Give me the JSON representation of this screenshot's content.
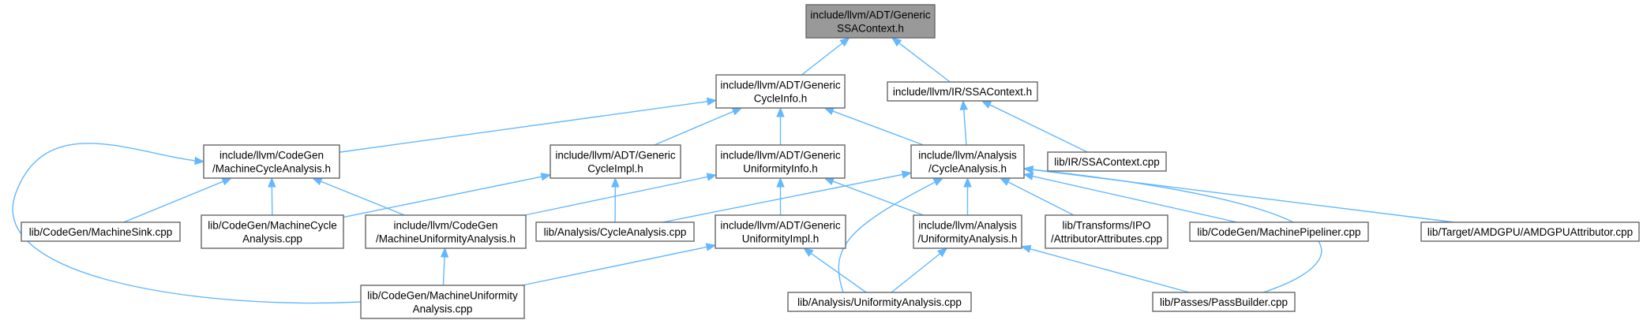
{
  "graph": {
    "accent_color": "#63b8ff",
    "root_fill": "#999999",
    "nodes": [
      {
        "id": "generic_ssacontext",
        "lines": [
          "include/llvm/ADT/Generic",
          "SSAContext.h"
        ],
        "root": true
      },
      {
        "id": "generic_cycleinfo",
        "lines": [
          "include/llvm/ADT/Generic",
          "CycleInfo.h"
        ]
      },
      {
        "id": "ir_ssacontext",
        "lines": [
          "include/llvm/IR/SSAContext.h"
        ]
      },
      {
        "id": "machine_cycle_analysis_h",
        "lines": [
          "include/llvm/CodeGen",
          "/MachineCycleAnalysis.h"
        ]
      },
      {
        "id": "generic_cycleimpl",
        "lines": [
          "include/llvm/ADT/Generic",
          "CycleImpl.h"
        ]
      },
      {
        "id": "generic_uniformityinfo",
        "lines": [
          "include/llvm/ADT/Generic",
          "UniformityInfo.h"
        ]
      },
      {
        "id": "analysis_cycleanalysis_h",
        "lines": [
          "include/llvm/Analysis",
          "/CycleAnalysis.h"
        ]
      },
      {
        "id": "lib_ir_ssacontext_cpp",
        "lines": [
          "lib/IR/SSAContext.cpp"
        ]
      },
      {
        "id": "machinesink_cpp",
        "lines": [
          "lib/CodeGen/MachineSink.cpp"
        ]
      },
      {
        "id": "machinecycle_cpp",
        "lines": [
          "lib/CodeGen/MachineCycle",
          "Analysis.cpp"
        ]
      },
      {
        "id": "machine_uniformity_h",
        "lines": [
          "include/llvm/CodeGen",
          "/MachineUniformityAnalysis.h"
        ]
      },
      {
        "id": "analysis_cycleanalysis_cpp",
        "lines": [
          "lib/Analysis/CycleAnalysis.cpp"
        ]
      },
      {
        "id": "generic_uniformityimpl",
        "lines": [
          "include/llvm/ADT/Generic",
          "UniformityImpl.h"
        ]
      },
      {
        "id": "analysis_uniformity_h",
        "lines": [
          "include/llvm/Analysis",
          "/UniformityAnalysis.h"
        ]
      },
      {
        "id": "attributor_attributes_cpp",
        "lines": [
          "lib/Transforms/IPO",
          "/AttributorAttributes.cpp"
        ]
      },
      {
        "id": "machinepipeliner_cpp",
        "lines": [
          "lib/CodeGen/MachinePipeliner.cpp"
        ]
      },
      {
        "id": "amdgpu_attributor_cpp",
        "lines": [
          "lib/Target/AMDGPU/AMDGPUAttributor.cpp"
        ]
      },
      {
        "id": "machine_uniformity_cpp",
        "lines": [
          "lib/CodeGen/MachineUniformity",
          "Analysis.cpp"
        ]
      },
      {
        "id": "analysis_uniformity_cpp",
        "lines": [
          "lib/Analysis/UniformityAnalysis.cpp"
        ]
      },
      {
        "id": "passbuilder_cpp",
        "lines": [
          "lib/Passes/PassBuilder.cpp"
        ]
      }
    ],
    "edges": [
      [
        "generic_cycleinfo",
        "generic_ssacontext"
      ],
      [
        "ir_ssacontext",
        "generic_ssacontext"
      ],
      [
        "machine_cycle_analysis_h",
        "generic_cycleinfo"
      ],
      [
        "generic_cycleimpl",
        "generic_cycleinfo"
      ],
      [
        "generic_uniformityinfo",
        "generic_cycleinfo"
      ],
      [
        "analysis_cycleanalysis_h",
        "generic_cycleinfo"
      ],
      [
        "analysis_cycleanalysis_h",
        "ir_ssacontext"
      ],
      [
        "lib_ir_ssacontext_cpp",
        "ir_ssacontext"
      ],
      [
        "machinesink_cpp",
        "machine_cycle_analysis_h"
      ],
      [
        "machinecycle_cpp",
        "machine_cycle_analysis_h"
      ],
      [
        "machine_uniformity_h",
        "machine_cycle_analysis_h"
      ],
      [
        "machine_uniformity_cpp",
        "machine_cycle_analysis_h"
      ],
      [
        "machinecycle_cpp",
        "generic_cycleimpl"
      ],
      [
        "analysis_cycleanalysis_cpp",
        "generic_cycleimpl"
      ],
      [
        "machine_uniformity_h",
        "generic_uniformityinfo"
      ],
      [
        "generic_uniformityimpl",
        "generic_uniformityinfo"
      ],
      [
        "analysis_uniformity_h",
        "generic_uniformityinfo"
      ],
      [
        "analysis_cycleanalysis_cpp",
        "analysis_cycleanalysis_h"
      ],
      [
        "analysis_uniformity_h",
        "analysis_cycleanalysis_h"
      ],
      [
        "attributor_attributes_cpp",
        "analysis_cycleanalysis_h"
      ],
      [
        "machinepipeliner_cpp",
        "analysis_cycleanalysis_h"
      ],
      [
        "amdgpu_attributor_cpp",
        "analysis_cycleanalysis_h"
      ],
      [
        "analysis_uniformity_cpp",
        "analysis_cycleanalysis_h"
      ],
      [
        "passbuilder_cpp",
        "analysis_cycleanalysis_h"
      ],
      [
        "machine_uniformity_cpp",
        "machine_uniformity_h"
      ],
      [
        "machine_uniformity_cpp",
        "generic_uniformityimpl"
      ],
      [
        "analysis_uniformity_cpp",
        "generic_uniformityimpl"
      ],
      [
        "analysis_uniformity_cpp",
        "analysis_uniformity_h"
      ],
      [
        "passbuilder_cpp",
        "analysis_uniformity_h"
      ]
    ]
  }
}
